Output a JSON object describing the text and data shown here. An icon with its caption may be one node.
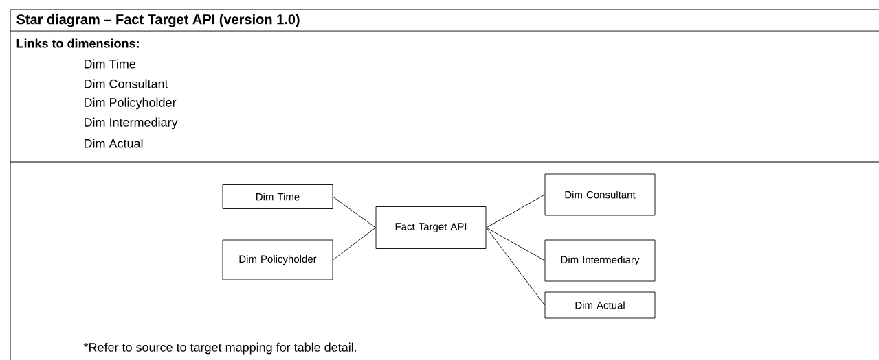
{
  "diagram": {
    "title": "Star diagram – Fact Target API (version 1.0)",
    "nodes": [
      {
        "text": [
          "Dim Time"
        ]
      },
      {
        "text": [
          "Dim Policyholder"
        ]
      },
      {
        "text": [
          "Fact Target API"
        ]
      },
      {
        "text": [
          "Dim Consultant"
        ]
      },
      {
        "text": [
          "Dim Intermediary"
        ]
      },
      {
        "text": [
          "Dim Actual"
        ]
      }
    ],
    "edges": [
      {
        "from": 0,
        "to": 2,
        "arrow": "none"
      },
      {
        "from": 1,
        "to": 2,
        "arrow": "none"
      },
      {
        "from": 2,
        "to": 3,
        "arrow": "none"
      },
      {
        "from": 2,
        "to": 4,
        "arrow": "none"
      },
      {
        "from": 2,
        "to": 5,
        "arrow": "none"
      }
    ],
    "labels": [
      "Links to dimensions:",
      "Dim Time",
      "Dim Consultant",
      "Dim Policyholder",
      "Dim Intermediary",
      "Dim Actual",
      "*Refer to source to target mapping for table detail."
    ]
  }
}
